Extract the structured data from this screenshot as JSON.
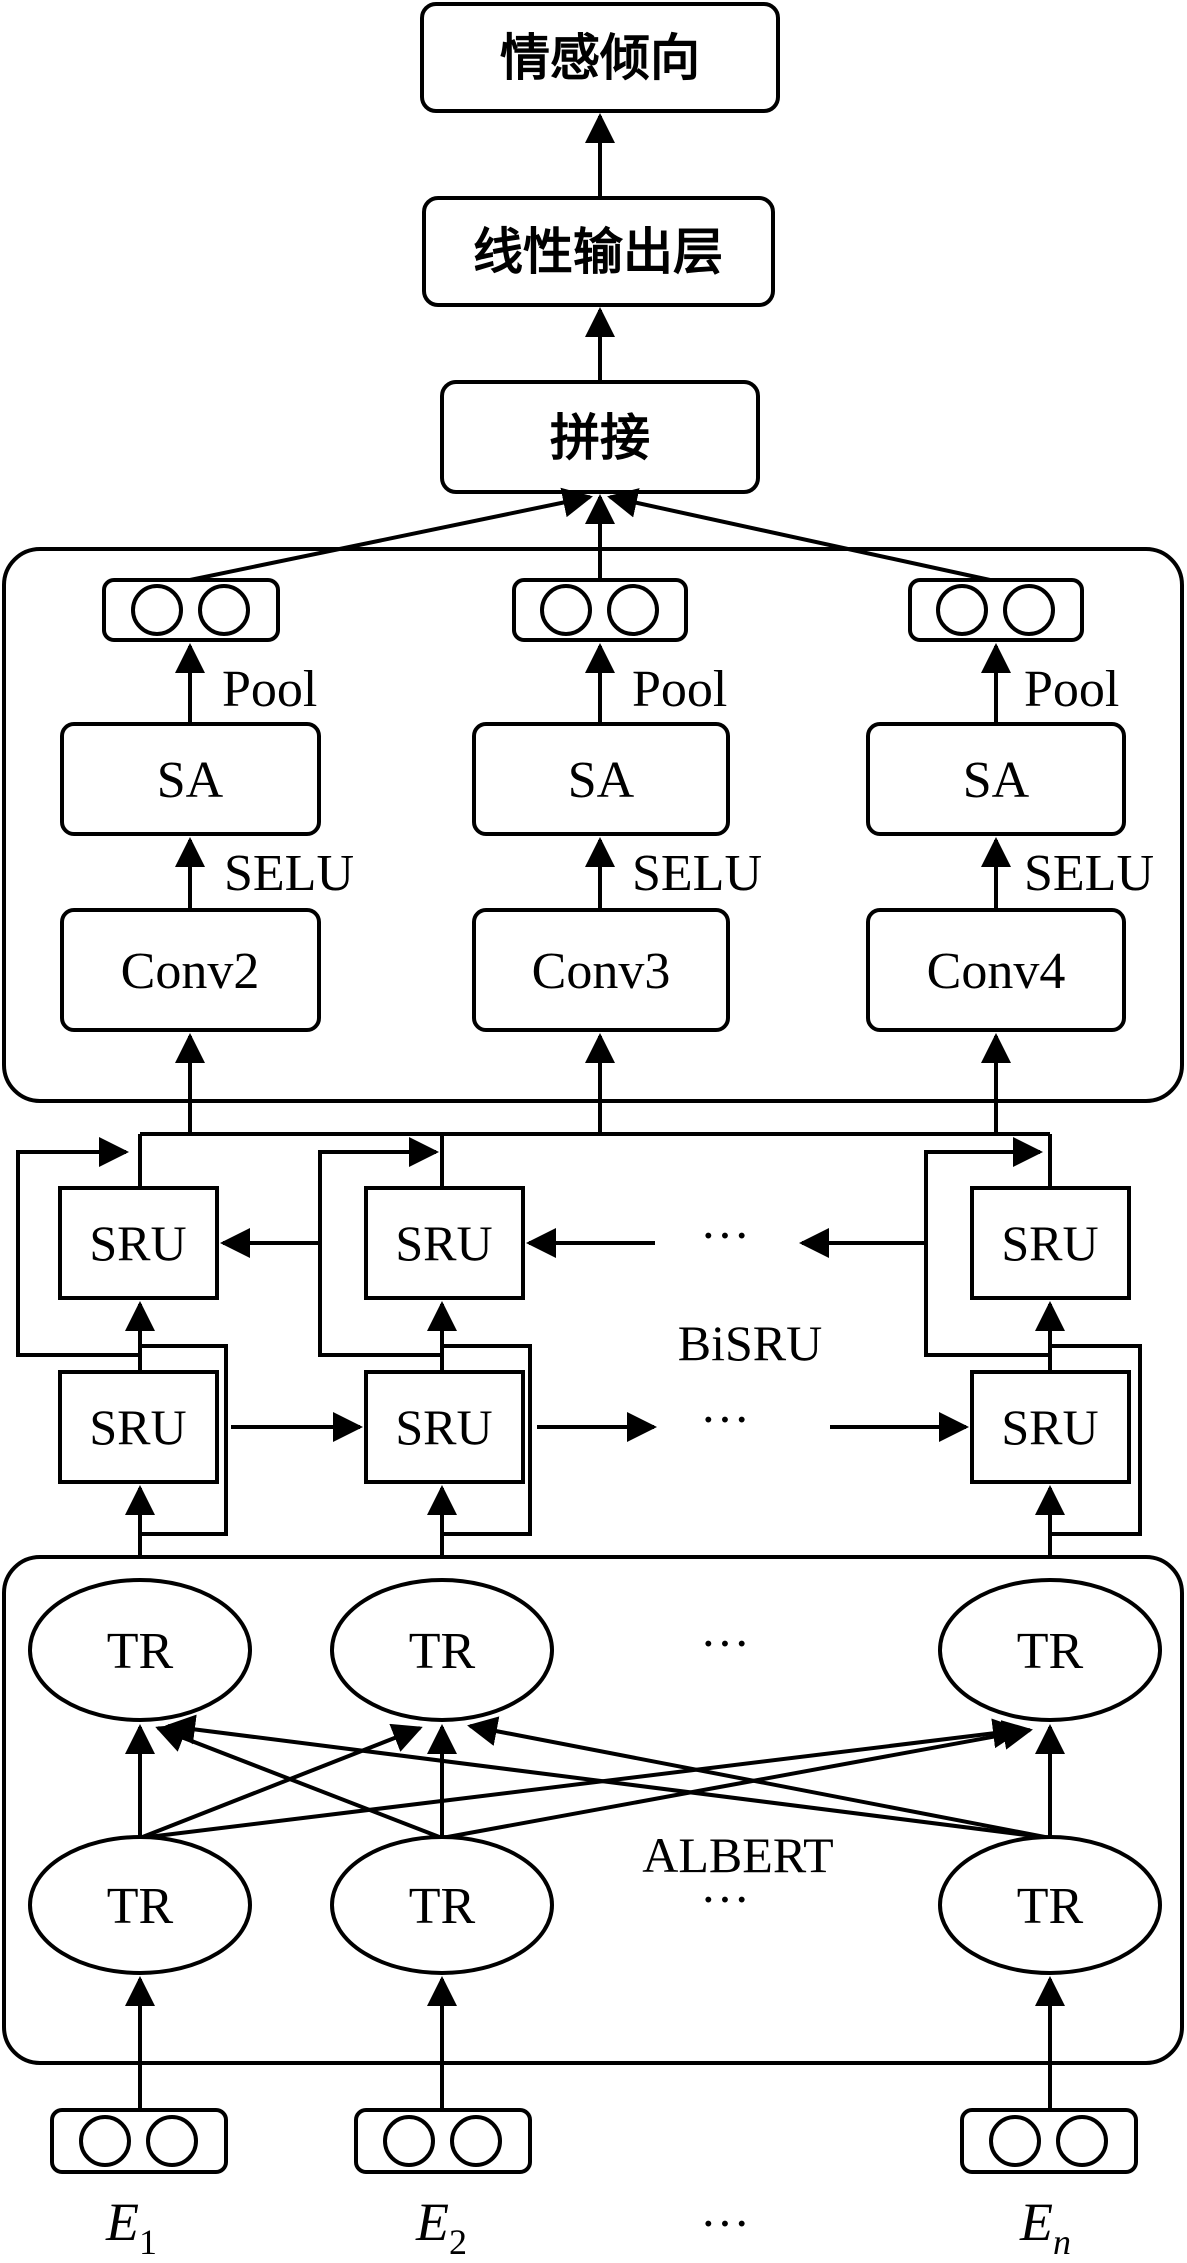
{
  "top": {
    "sentiment": "情感倾向",
    "linear": "线性输出层",
    "concat": "拼接"
  },
  "cnn": {
    "branches": [
      {
        "conv": "Conv2",
        "act": "SELU",
        "sa": "SA",
        "pool": "Pool"
      },
      {
        "conv": "Conv3",
        "act": "SELU",
        "sa": "SA",
        "pool": "Pool"
      },
      {
        "conv": "Conv4",
        "act": "SELU",
        "sa": "SA",
        "pool": "Pool"
      }
    ]
  },
  "bisru": {
    "label": "BiSRU",
    "cell": "SRU",
    "ellipsis": "···"
  },
  "albert": {
    "label": "ALBERT",
    "cell": "TR",
    "ellipsis": "···"
  },
  "inputs": {
    "labels": [
      {
        "sym": "E",
        "sub": "1"
      },
      {
        "sym": "E",
        "sub": "2"
      },
      {
        "sym": "E",
        "sub": "n"
      }
    ],
    "ellipsis": "···"
  }
}
